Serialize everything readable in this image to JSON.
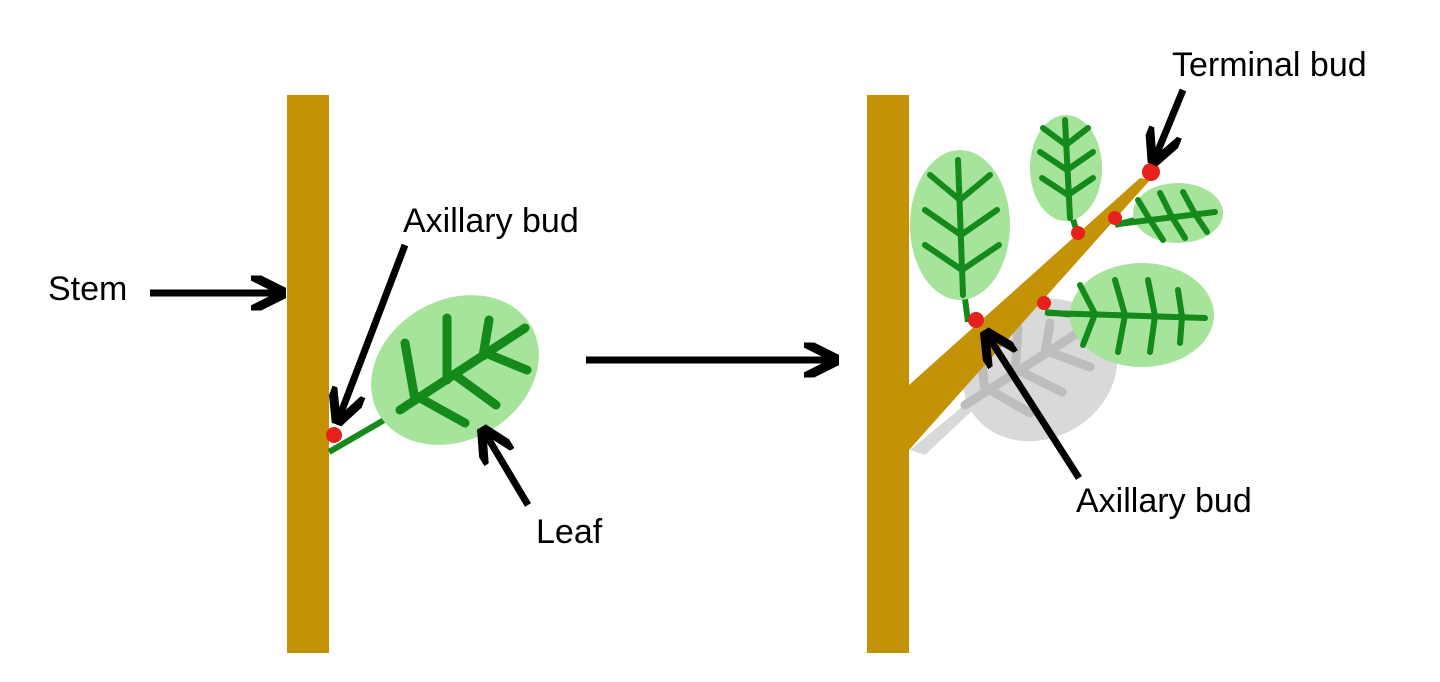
{
  "labels": {
    "stem": "Stem",
    "axillary_bud_left": "Axillary bud",
    "leaf": "Leaf",
    "terminal_bud": "Terminal bud",
    "axillary_bud_right": "Axillary bud"
  },
  "colors": {
    "stem": "#c39207",
    "leaf_fill": "#a6e39b",
    "leaf_vein": "#138a1a",
    "bud": "#e8201c",
    "old_leaf_fill": "#d9d9d9",
    "old_leaf_vein": "#bdbdbd",
    "arrow": "#000000"
  }
}
